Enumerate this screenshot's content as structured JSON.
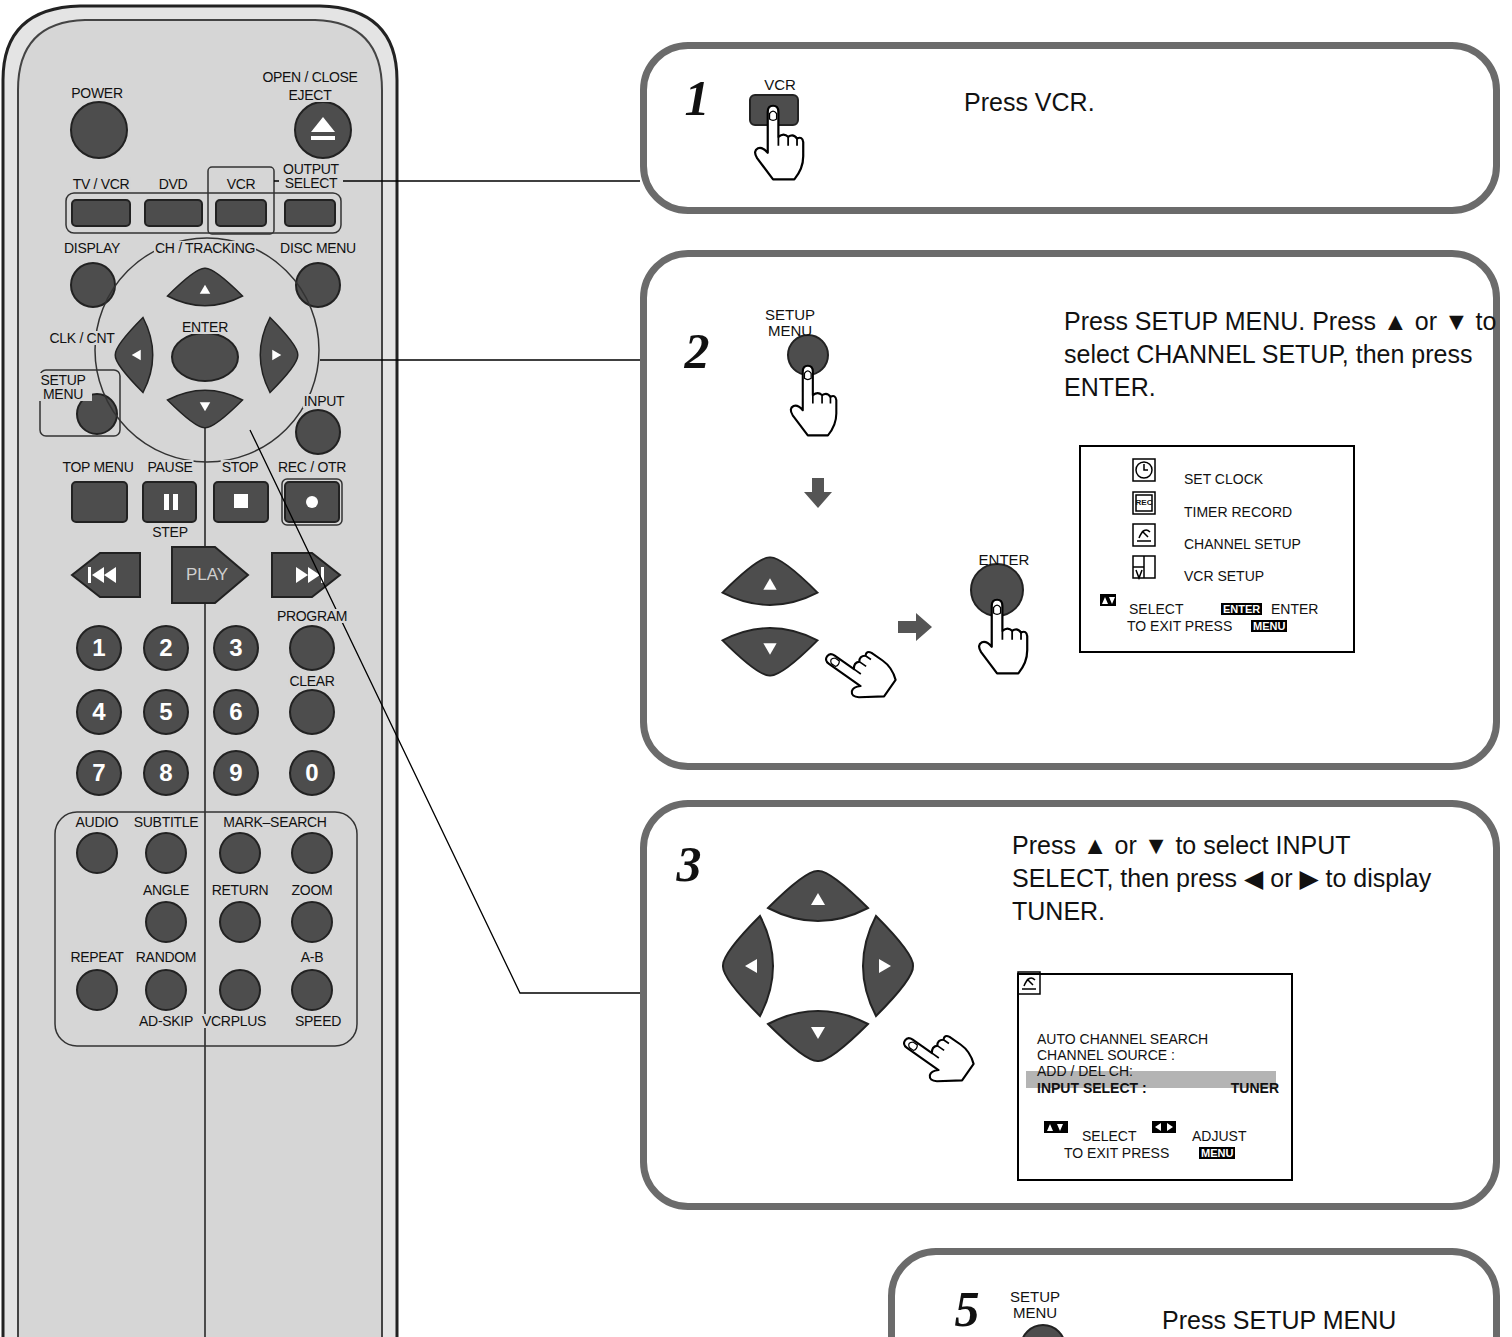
{
  "diagram": {
    "nodes": [
      {
        "text": [
          "POWER",
          "OPEN / CLOSE",
          "EJECT",
          "TV / VCR",
          "DVD",
          "VCR",
          "OUTPUT SELECT",
          "DISPLAY",
          "CH / TRACKING",
          "DISC MENU",
          "CLK / CNT",
          "ENTER",
          "SETUP MENU",
          "INPUT",
          "TOP MENU",
          "PAUSE",
          "STOP",
          "REC / OTR",
          "STEP",
          "PROGRAM",
          "CLEAR",
          "AUDIO",
          "SUBTITLE",
          "MARK–SEARCH",
          "ANGLE",
          "RETURN",
          "ZOOM",
          "REPEAT",
          "RANDOM",
          "A-B",
          "AD-SKIP",
          "VCRPLUS",
          "SPEED"
        ]
      },
      {
        "text": [
          "PLAY"
        ],
        "in": 0
      },
      {
        "text": [
          "1"
        ],
        "in": 0
      },
      {
        "text": [
          "2"
        ],
        "in": 0
      },
      {
        "text": [
          "3"
        ],
        "in": 0
      },
      {
        "text": [
          "4"
        ],
        "in": 0
      },
      {
        "text": [
          "5"
        ],
        "in": 0
      },
      {
        "text": [
          "6"
        ],
        "in": 0
      },
      {
        "text": [
          "7"
        ],
        "in": 0
      },
      {
        "text": [
          "8"
        ],
        "in": 0
      },
      {
        "text": [
          "9"
        ],
        "in": 0
      },
      {
        "text": [
          "0"
        ],
        "in": 0
      },
      {
        "text": [
          "1",
          "VCR",
          "Press VCR."
        ]
      },
      {
        "text": [
          "2",
          "SETUP MENU",
          "ENTER",
          "Press SETUP MENU. Press ▲ or ▼ to select CHANNEL SETUP, then press ENTER."
        ]
      },
      {
        "text": [
          "SET CLOCK",
          "TIMER RECORD",
          "CHANNEL SETUP",
          "VCR SETUP",
          "SELECT",
          "ENTER",
          "ENTER",
          "TO EXIT PRESS",
          "MENU"
        ],
        "in": 13
      },
      {
        "text": [
          "3",
          "Press ▲ or ▼ to select INPUT SELECT, then press ◀ or ▶ to display TUNER."
        ]
      },
      {
        "text": [
          "AUTO CHANNEL SEARCH",
          "CHANNEL SOURCE :",
          "ADD / DEL CH:",
          "INPUT SELECT :",
          "TUNER",
          "SELECT",
          "ADJUST",
          "TO EXIT PRESS",
          "MENU"
        ],
        "in": 15
      },
      {
        "text": [
          "5",
          "SETUP MENU",
          "Press SETUP MENU"
        ]
      }
    ],
    "edges": [
      {
        "from": 0,
        "to": 12,
        "arrow": "none"
      },
      {
        "from": 0,
        "to": 13,
        "arrow": "none"
      },
      {
        "from": 0,
        "to": 15,
        "arrow": "none"
      }
    ],
    "labels": [
      "REC"
    ]
  }
}
